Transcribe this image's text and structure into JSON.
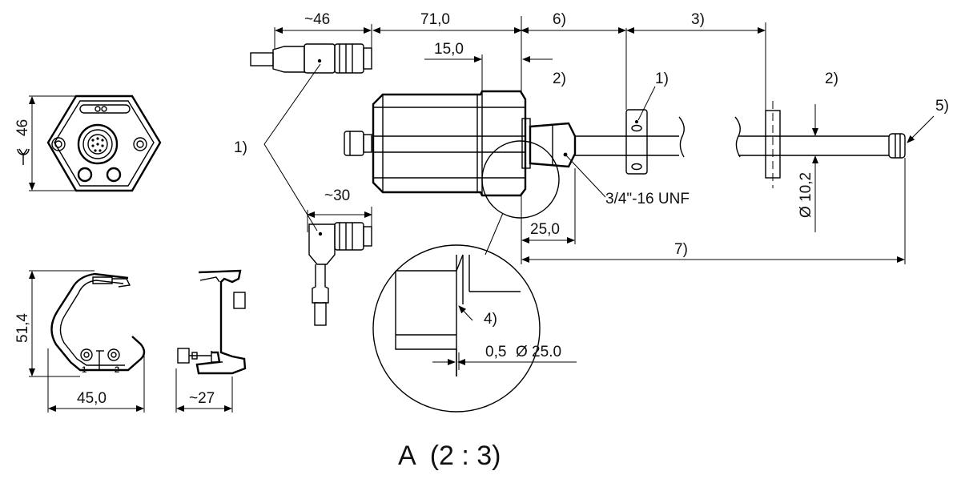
{
  "labels": {
    "dim_46_approx": "~46",
    "dim_71": "71,0",
    "dim_6": "6)",
    "dim_3": "3)",
    "dim_15": "15,0",
    "note_2a": "2)",
    "note_1_right": "1)",
    "note_2b": "2)",
    "note_5": "5)",
    "note_1_left": "1)",
    "thread": "3/4\"-16 UNF",
    "dim_30_approx": "~30",
    "dim_25": "25,0",
    "dim_7": "7)",
    "dim_dia_10": "Ø 10,2",
    "note_4": "4)",
    "dim_chamfer": "0,5",
    "dim_dia_25": "Ø 25.0",
    "dim_wrench_46": "46",
    "dim_51": "51,4",
    "dim_45": "45,0",
    "dim_27_approx": "~27",
    "pin_1": "1",
    "pin_2": "2",
    "detail_caption": "A  (2 : 3)"
  }
}
